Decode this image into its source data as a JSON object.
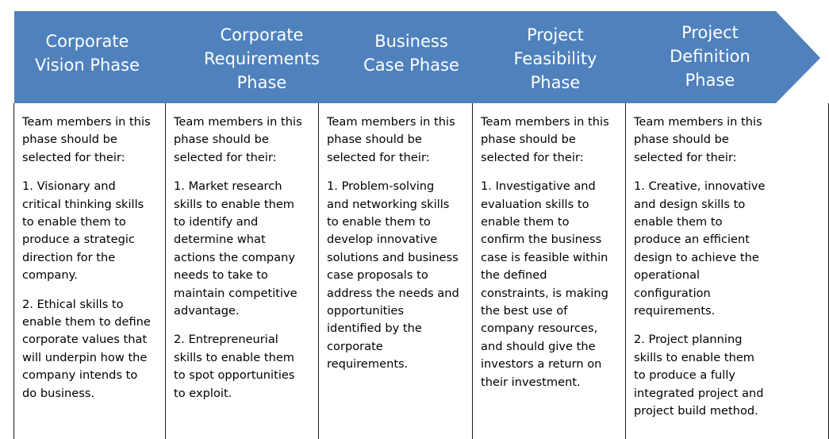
{
  "colors": {
    "arrow_fill": "#4F81BD",
    "arrow_text": "#FFFFFF",
    "border": "#1A1A1A"
  },
  "phases": [
    {
      "title": [
        "Corporate",
        "Vision Phase"
      ],
      "intro": [
        "Team members in this",
        "phase should be",
        "selected for their:"
      ],
      "items": [
        [
          "1. Visionary and",
          "critical thinking skills",
          "to enable them to",
          "produce a strategic",
          "direction for the",
          "company."
        ],
        [
          "2. Ethical skills to",
          "enable them to define",
          "corporate values that",
          "will underpin how the",
          "company intends to",
          "do business."
        ]
      ]
    },
    {
      "title": [
        "Corporate",
        "Requirements",
        "Phase"
      ],
      "intro": [
        "Team members in this",
        "phase should be",
        "selected for their:"
      ],
      "items": [
        [
          "1. Market research",
          "skills to enable them",
          "to identify and",
          "determine what",
          "actions the company",
          "needs to take to",
          "maintain competitive",
          "advantage."
        ],
        [
          "2. Entrepreneurial",
          "skills to enable them",
          "to spot opportunities",
          "to exploit."
        ]
      ]
    },
    {
      "title": [
        "Business",
        "Case Phase"
      ],
      "intro": [
        "Team members in this",
        "phase should be",
        "selected for their:"
      ],
      "items": [
        [
          "1. Problem-solving",
          "and networking skills",
          "to enable them to",
          "develop innovative",
          "solutions and business",
          "case proposals to",
          "address the needs and",
          "opportunities",
          "identified by the",
          "corporate",
          "requirements."
        ]
      ]
    },
    {
      "title": [
        "Project",
        "Feasibility",
        "Phase"
      ],
      "intro": [
        "Team members in this",
        "phase should be",
        "selected for their:"
      ],
      "items": [
        [
          "1. Investigative and",
          "evaluation skills to",
          "enable them to",
          "confirm the business",
          "case is feasible within",
          "the defined",
          "constraints, is making",
          "the best use of",
          "company resources,",
          "and should give the",
          "investors a return on",
          "their investment."
        ]
      ]
    },
    {
      "title": [
        "Project",
        "Definition",
        "Phase"
      ],
      "intro": [
        "Team members in this",
        "phase should be",
        "selected for their:"
      ],
      "items": [
        [
          "1. Creative, innovative",
          "and design skills to",
          "enable them to",
          "produce an efficient",
          "design to achieve the",
          "operational",
          "configuration",
          "requirements."
        ],
        [
          "2. Project planning",
          "skills to enable them",
          "to produce a fully",
          "integrated project and",
          "project build method."
        ]
      ]
    }
  ]
}
